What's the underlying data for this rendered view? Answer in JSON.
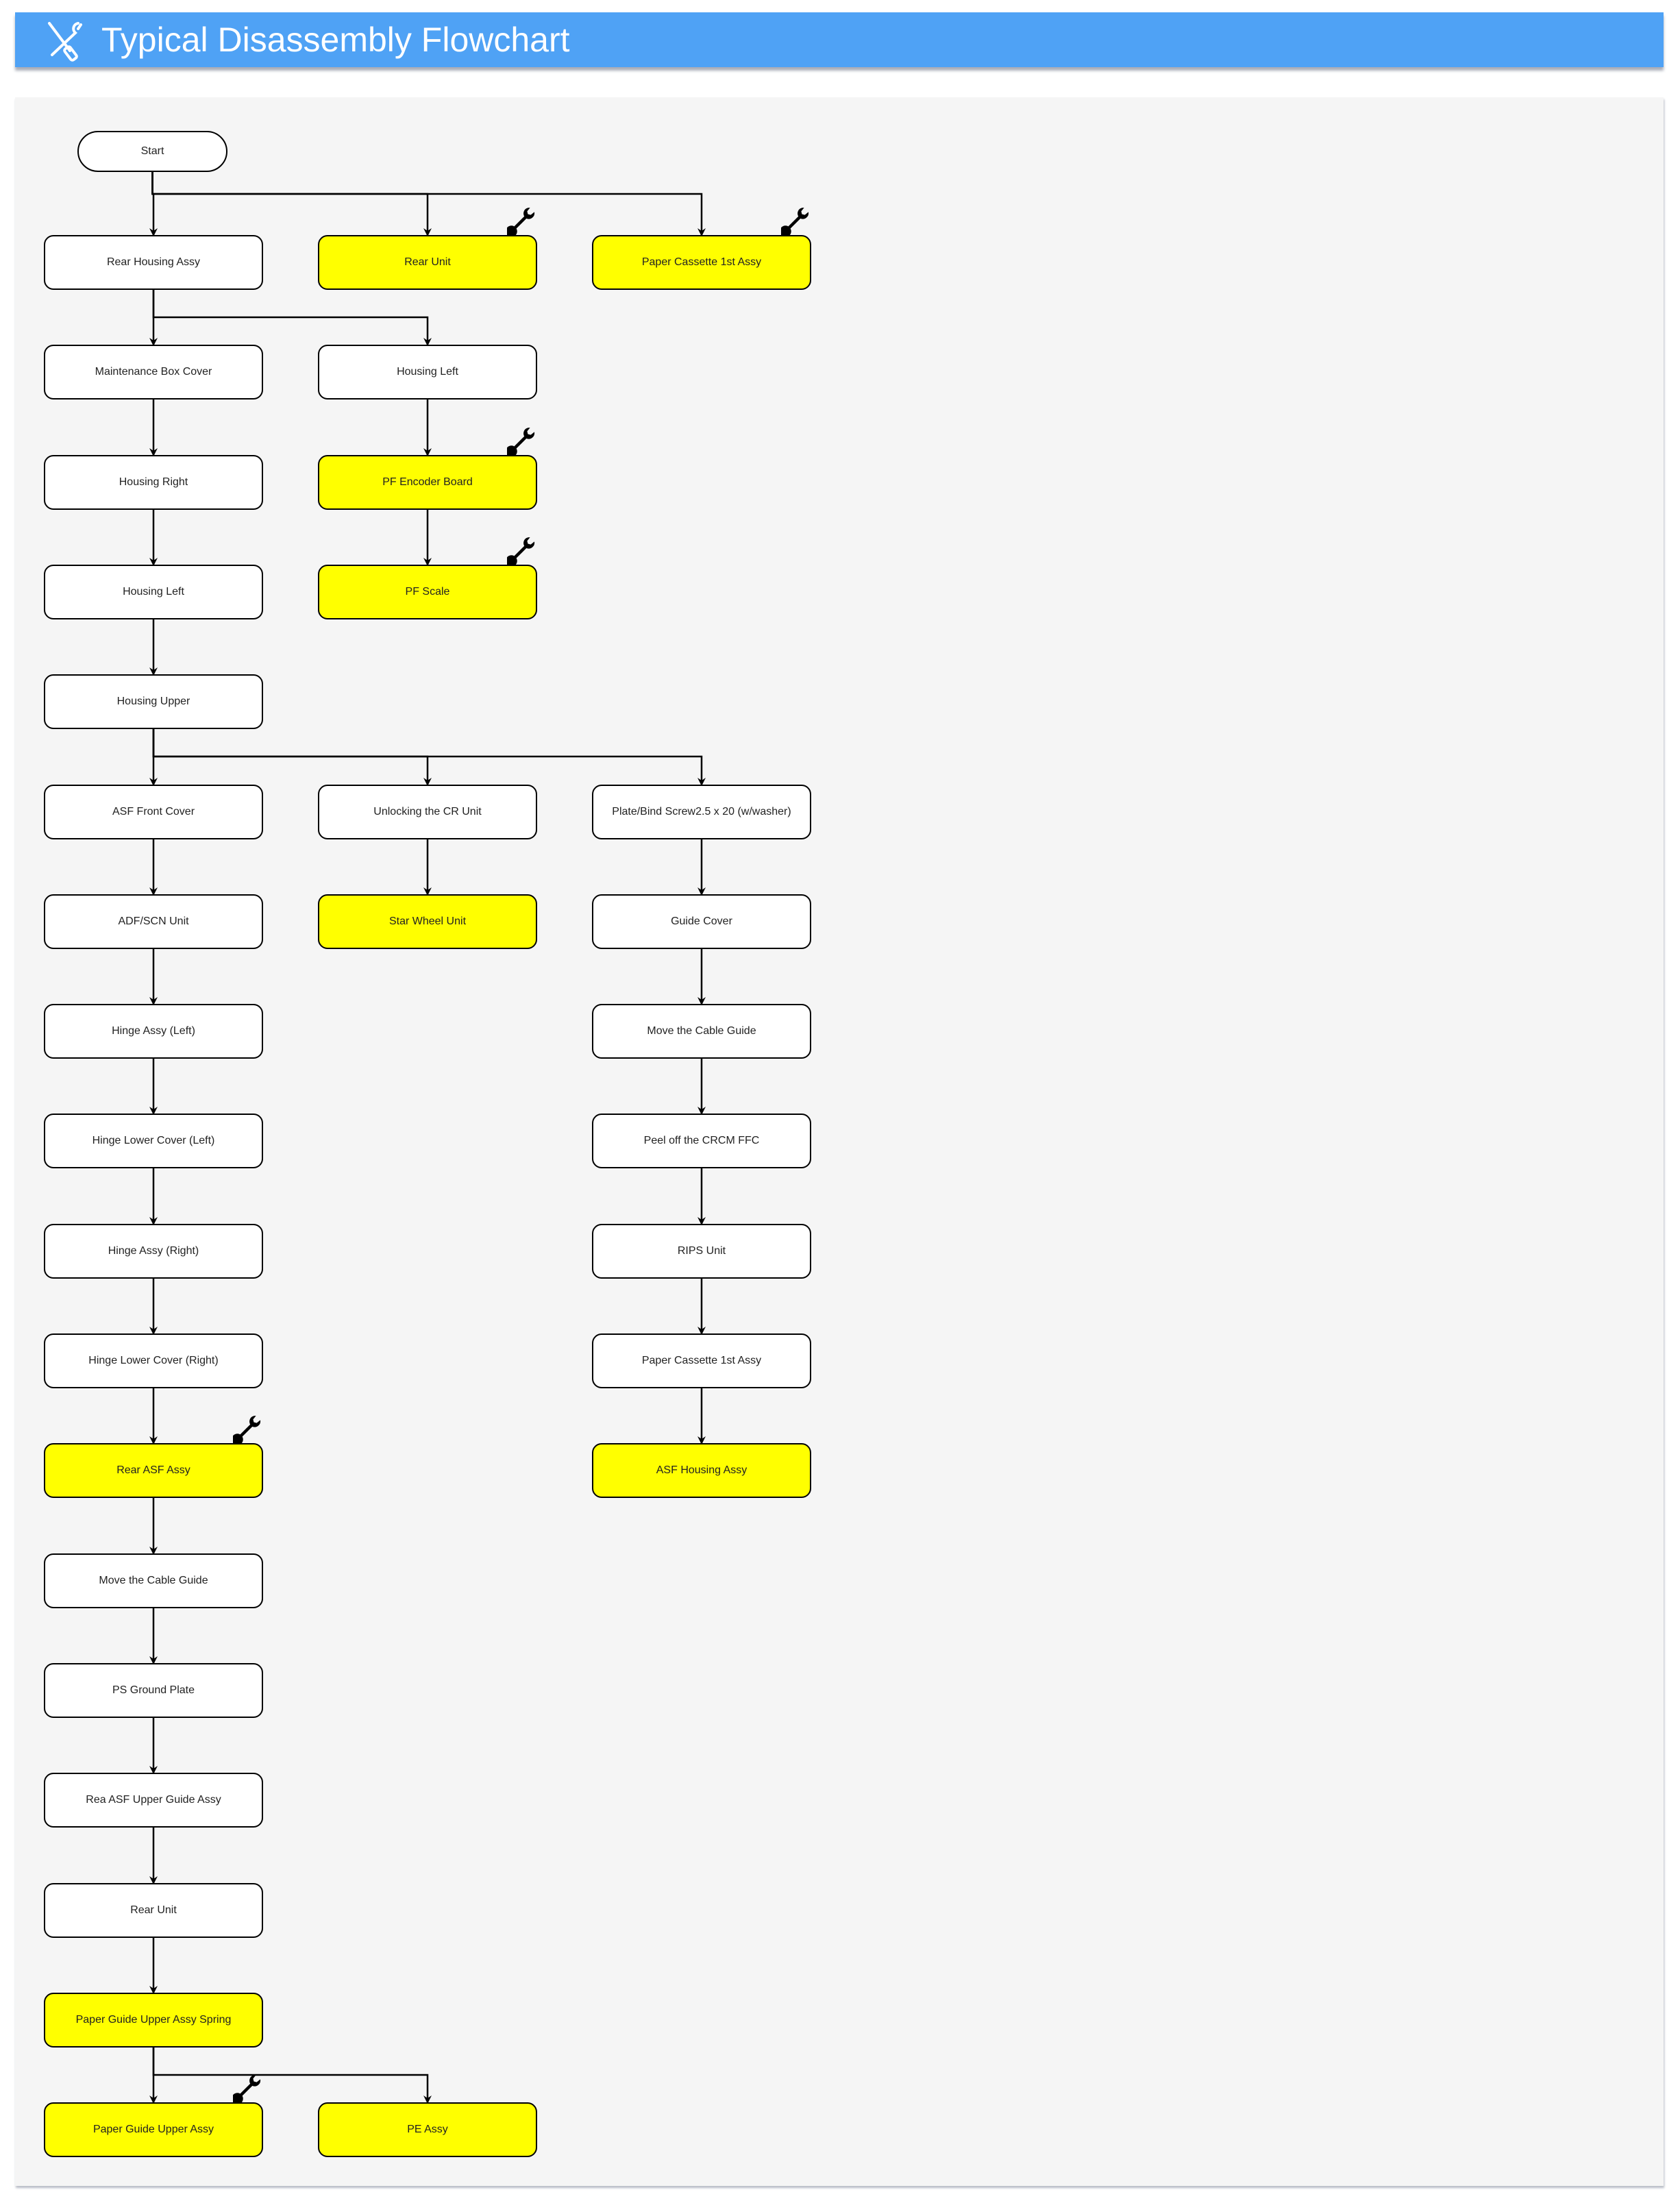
{
  "header": {
    "title": "Typical Disassembly Flowchart",
    "icon": "tools-icon",
    "color": "#4fa2f5"
  },
  "colors": {
    "highlight": "#ffff00",
    "normal": "#ffffff"
  },
  "nodes": [
    {
      "id": "start",
      "label": "Start",
      "shape": "terminal"
    },
    {
      "id": "n1",
      "label": "Rear Housing Assy"
    },
    {
      "id": "n2",
      "label": "Rear Unit",
      "highlight": true,
      "wrench": true
    },
    {
      "id": "n3",
      "label": "Paper Cassette 1st Assy",
      "highlight": true,
      "wrench": true
    },
    {
      "id": "n4",
      "label": "Maintenance Box Cover"
    },
    {
      "id": "n5",
      "label": "Housing Left"
    },
    {
      "id": "n6",
      "label": "Housing Right"
    },
    {
      "id": "n7",
      "label": "PF Encoder Board",
      "highlight": true,
      "wrench": true
    },
    {
      "id": "n8",
      "label": "Housing Left"
    },
    {
      "id": "n9",
      "label": "PF Scale",
      "highlight": true,
      "wrench": true
    },
    {
      "id": "n10",
      "label": "Housing Upper"
    },
    {
      "id": "n11",
      "label": "ASF Front Cover"
    },
    {
      "id": "n12",
      "label": "Unlocking the CR Unit"
    },
    {
      "id": "n13",
      "label": "Plate/Bind Screw2.5 x 20 (w/washer)"
    },
    {
      "id": "n14",
      "label": "ADF/SCN Unit"
    },
    {
      "id": "n15",
      "label": "Star Wheel Unit",
      "highlight": true
    },
    {
      "id": "n16",
      "label": "Guide Cover"
    },
    {
      "id": "n17",
      "label": "Hinge Assy (Left)"
    },
    {
      "id": "n18",
      "label": "Move the Cable Guide"
    },
    {
      "id": "n19",
      "label": "Hinge Lower Cover (Left)"
    },
    {
      "id": "n20",
      "label": "Peel off the CRCM FFC"
    },
    {
      "id": "n21",
      "label": "Hinge Assy (Right)"
    },
    {
      "id": "n22",
      "label": "RIPS Unit"
    },
    {
      "id": "n23",
      "label": "Hinge Lower Cover (Right)"
    },
    {
      "id": "n24",
      "label": "Paper Cassette 1st Assy"
    },
    {
      "id": "n25",
      "label": "Rear ASF Assy",
      "highlight": true,
      "wrench": true
    },
    {
      "id": "n26",
      "label": "ASF Housing Assy",
      "highlight": true
    },
    {
      "id": "n27",
      "label": "Move the Cable Guide"
    },
    {
      "id": "n28",
      "label": "PS Ground Plate"
    },
    {
      "id": "n29",
      "label": "Rea ASF Upper Guide Assy"
    },
    {
      "id": "n30",
      "label": "Rear Unit"
    },
    {
      "id": "n31",
      "label": "Paper Guide Upper Assy Spring",
      "highlight": true
    },
    {
      "id": "n32",
      "label": "Paper Guide Upper Assy",
      "highlight": true,
      "wrench": true
    },
    {
      "id": "n33",
      "label": "PE Assy",
      "highlight": true
    }
  ],
  "edges": [
    [
      "start",
      "n1"
    ],
    [
      "start",
      "n2"
    ],
    [
      "start",
      "n3"
    ],
    [
      "n1",
      "n4"
    ],
    [
      "n1",
      "n5"
    ],
    [
      "n4",
      "n6"
    ],
    [
      "n6",
      "n8"
    ],
    [
      "n8",
      "n10"
    ],
    [
      "n5",
      "n7"
    ],
    [
      "n7",
      "n9"
    ],
    [
      "n10",
      "n11"
    ],
    [
      "n10",
      "n12"
    ],
    [
      "n10",
      "n13"
    ],
    [
      "n11",
      "n14"
    ],
    [
      "n14",
      "n17"
    ],
    [
      "n17",
      "n19"
    ],
    [
      "n19",
      "n21"
    ],
    [
      "n21",
      "n23"
    ],
    [
      "n23",
      "n25"
    ],
    [
      "n25",
      "n27"
    ],
    [
      "n27",
      "n28"
    ],
    [
      "n28",
      "n29"
    ],
    [
      "n29",
      "n30"
    ],
    [
      "n30",
      "n31"
    ],
    [
      "n31",
      "n32"
    ],
    [
      "n31",
      "n33"
    ],
    [
      "n12",
      "n15"
    ],
    [
      "n13",
      "n16"
    ],
    [
      "n16",
      "n18"
    ],
    [
      "n18",
      "n20"
    ],
    [
      "n20",
      "n22"
    ],
    [
      "n22",
      "n24"
    ],
    [
      "n24",
      "n26"
    ]
  ]
}
